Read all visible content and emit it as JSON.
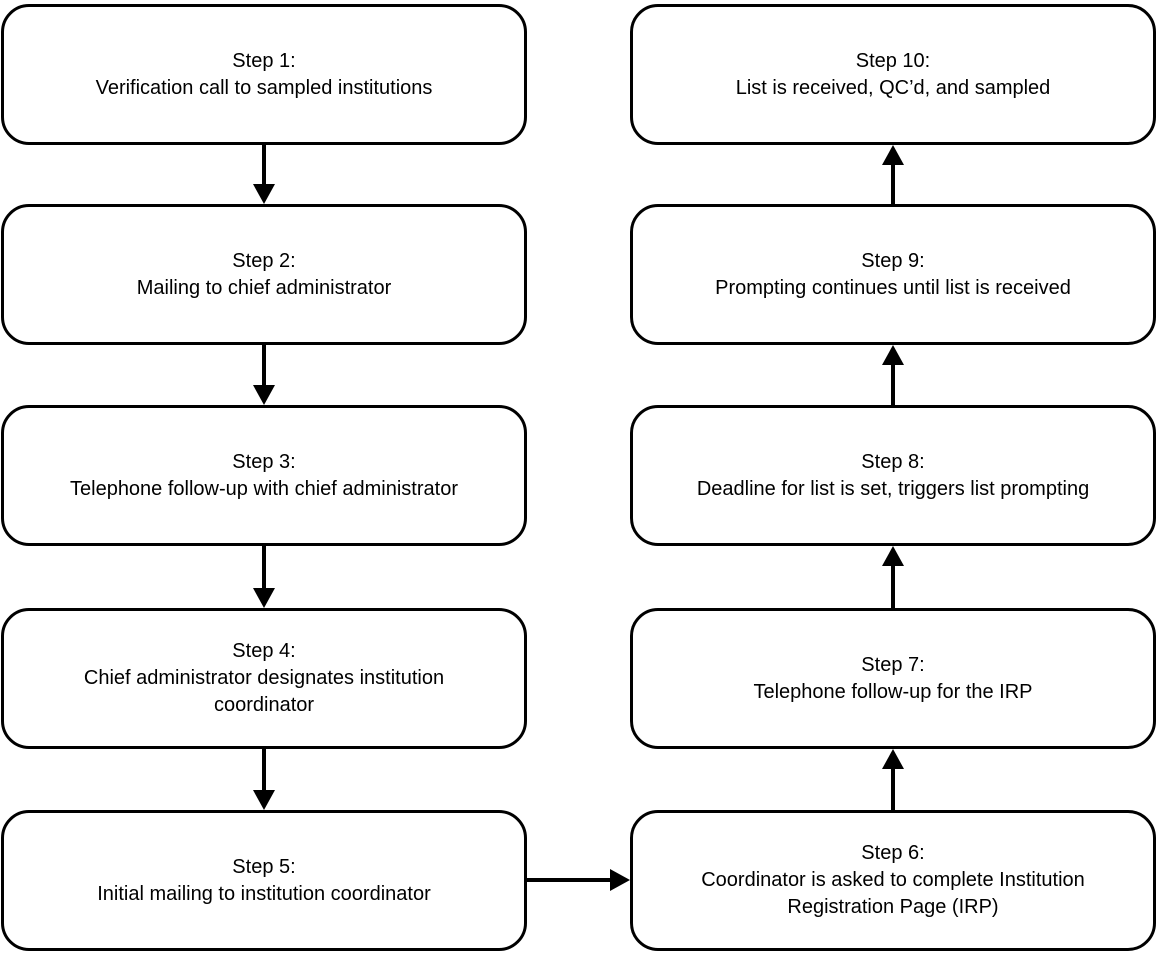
{
  "colors": {
    "background": "#ffffff",
    "box_fill": "#ffffff",
    "box_border": "#000000",
    "text": "#000000",
    "arrow": "#000000"
  },
  "steps": [
    {
      "title": "Step 1:",
      "description": "Verification call to sampled institutions"
    },
    {
      "title": "Step 2:",
      "description": "Mailing to chief administrator"
    },
    {
      "title": "Step 3:",
      "description": "Telephone follow-up with chief administrator"
    },
    {
      "title": "Step 4:",
      "description": "Chief administrator designates institution coordinator"
    },
    {
      "title": "Step 5:",
      "description": "Initial mailing to institution coordinator"
    },
    {
      "title": "Step 6:",
      "description": "Coordinator is asked to complete Institution Registration Page (IRP)"
    },
    {
      "title": "Step 7:",
      "description": "Telephone follow-up for the IRP"
    },
    {
      "title": "Step 8:",
      "description": "Deadline for list is set, triggers list prompting"
    },
    {
      "title": "Step 9:",
      "description": "Prompting continues until list is received"
    },
    {
      "title": "Step 10:",
      "description": "List is received, QC’d, and sampled"
    }
  ],
  "connections": [
    {
      "from": "Step 1",
      "to": "Step 2",
      "direction": "down"
    },
    {
      "from": "Step 2",
      "to": "Step 3",
      "direction": "down"
    },
    {
      "from": "Step 3",
      "to": "Step 4",
      "direction": "down"
    },
    {
      "from": "Step 4",
      "to": "Step 5",
      "direction": "down"
    },
    {
      "from": "Step 5",
      "to": "Step 6",
      "direction": "right"
    },
    {
      "from": "Step 6",
      "to": "Step 7",
      "direction": "up"
    },
    {
      "from": "Step 7",
      "to": "Step 8",
      "direction": "up"
    },
    {
      "from": "Step 8",
      "to": "Step 9",
      "direction": "up"
    },
    {
      "from": "Step 9",
      "to": "Step 10",
      "direction": "up"
    }
  ]
}
